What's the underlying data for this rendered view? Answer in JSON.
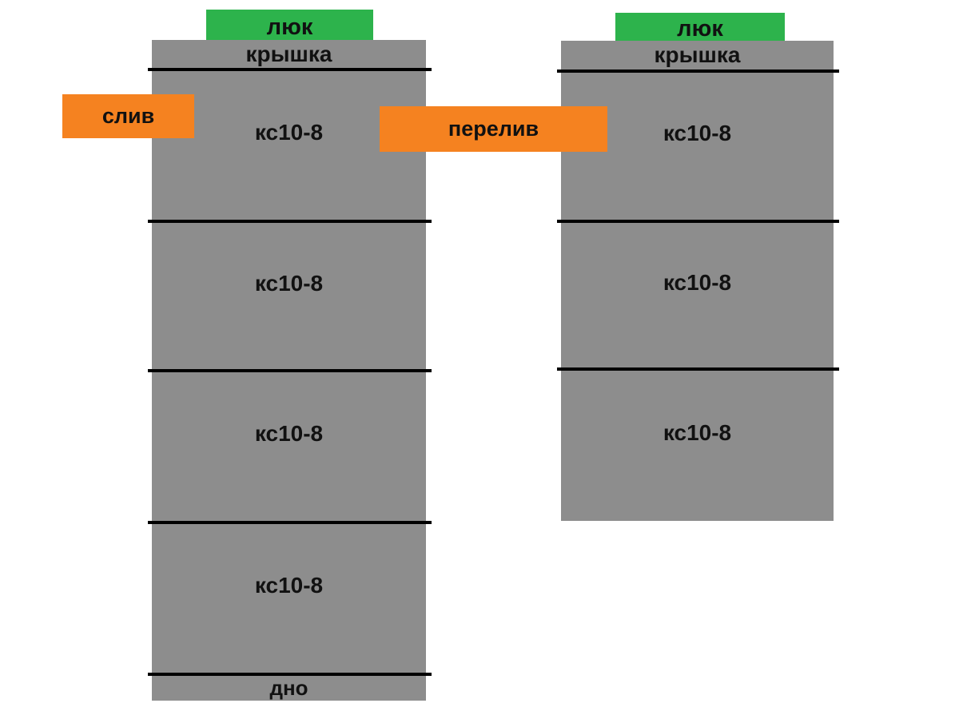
{
  "diagram": {
    "title_semantic": "concrete-ring well columns scheme",
    "colors": {
      "ring_gray": "#8d8d8d",
      "hatch_green": "#2db34c",
      "pipe_orange": "#f58220",
      "line_black": "#000000",
      "text_dark": "#111111",
      "bg_white": "#ffffff"
    },
    "left_column": {
      "hatch_label": "люк",
      "cover_label": "крышка",
      "rings": [
        "кс10-8",
        "кс10-8",
        "кс10-8",
        "кс10-8"
      ],
      "bottom_label": "дно"
    },
    "right_column": {
      "hatch_label": "люк",
      "cover_label": "крышка",
      "rings": [
        "кс10-8",
        "кс10-8",
        "кс10-8"
      ]
    },
    "labels": {
      "drain": "слив",
      "overflow": "перелив"
    }
  }
}
